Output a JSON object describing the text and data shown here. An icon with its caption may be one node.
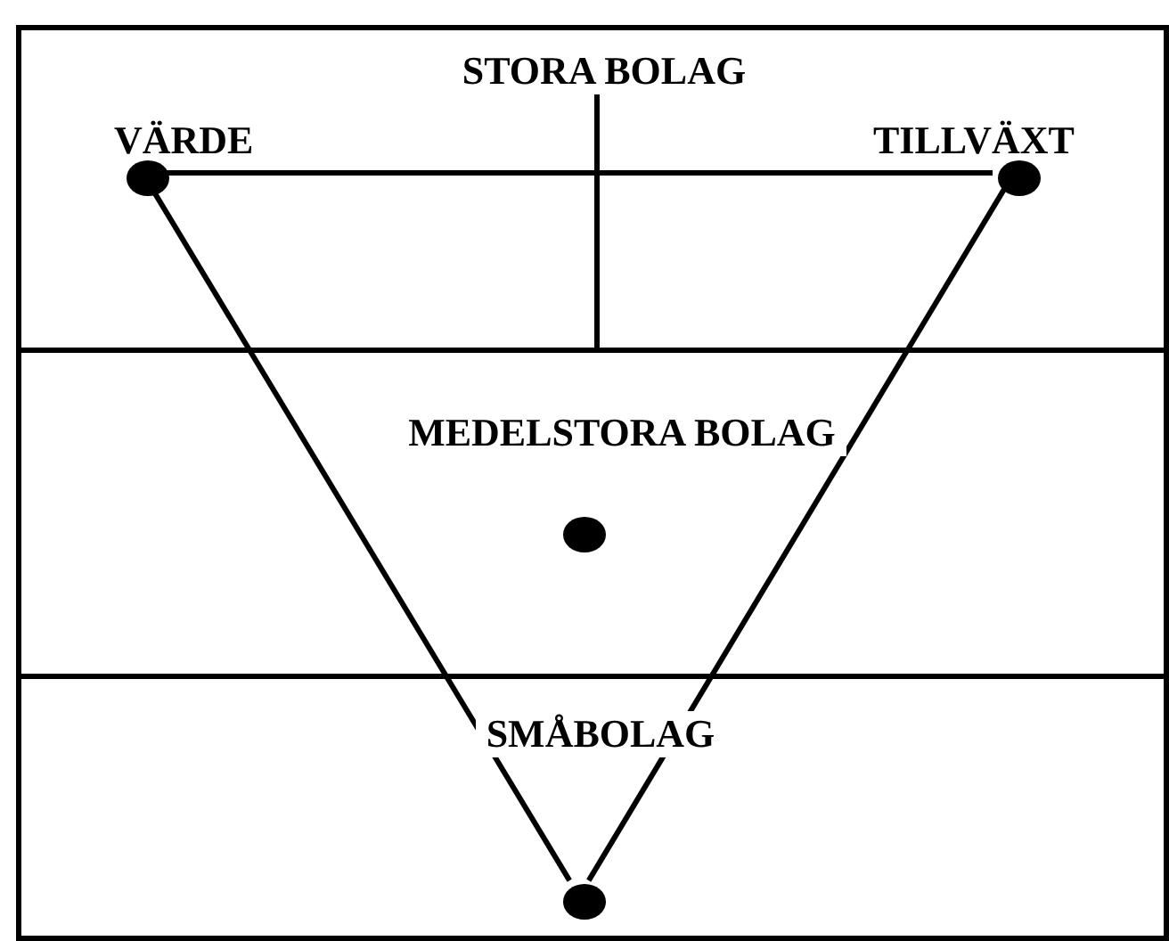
{
  "diagram": {
    "nodes": [
      {
        "text": [
          "STORA BOLAG"
        ]
      },
      {
        "text": [
          "MEDELSTORA BOLAG"
        ]
      },
      {
        "text": [
          "SMÅBOLAG"
        ]
      },
      {
        "text": [],
        "shape": "circle",
        "in": 0,
        "beside": [
          "VÄRDE"
        ]
      },
      {
        "text": [],
        "shape": "circle",
        "in": 0,
        "beside": [
          "TILLVÄXT"
        ]
      },
      {
        "text": [],
        "shape": "circle",
        "in": 1
      },
      {
        "text": [],
        "shape": "circle",
        "in": 2
      }
    ],
    "edges": [
      {
        "from": 3,
        "to": 4,
        "arrow": "none"
      },
      {
        "from": 3,
        "to": 6,
        "arrow": "none"
      },
      {
        "from": 4,
        "to": 6,
        "arrow": "none"
      }
    ]
  }
}
